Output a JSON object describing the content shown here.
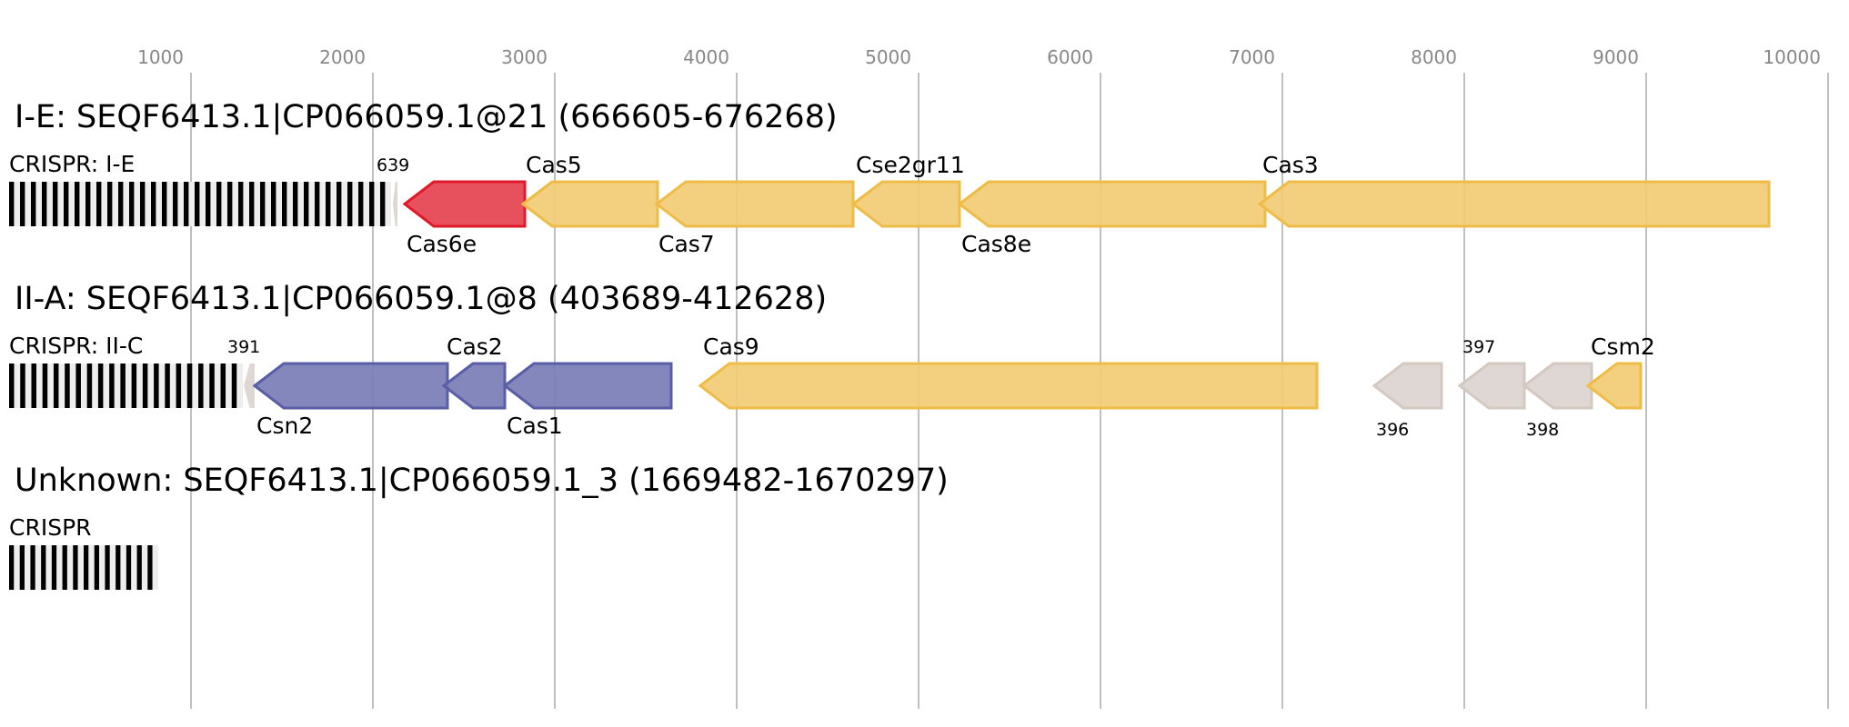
{
  "axis": {
    "ticks": [
      1000,
      2000,
      3000,
      4000,
      5000,
      6000,
      7000,
      8000,
      9000,
      10000
    ],
    "range": [
      0,
      10000
    ]
  },
  "colors": {
    "yellow_fill": "#f1cc74",
    "yellow_stroke": "#efbd47",
    "red_fill": "#e5424f",
    "red_stroke": "#e01a2a",
    "purple_fill": "#7a7db5",
    "purple_stroke": "#5a5ea6",
    "gray_fill": "#dcd4cf",
    "gray_stroke": "#d3c9c1",
    "crispr_bar": "#000000",
    "crispr_bg": "#eeeeee",
    "grid": "#c0c0c0",
    "tick_text": "#888888"
  },
  "loci": [
    {
      "title": "I-E: SEQF6413.1|CP066059.1@21 (666605-676268)",
      "crispr": {
        "label": "CRISPR: I-E",
        "start": 0,
        "end": 2100,
        "repeats": 35
      },
      "genes": [
        {
          "name": "639",
          "start": 2110,
          "end": 2135,
          "strand": "-",
          "color": "gray",
          "label_pos": "top",
          "small": true
        },
        {
          "name": "Cas6e",
          "start": 2175,
          "end": 2835,
          "strand": "-",
          "color": "red",
          "label_pos": "bottom"
        },
        {
          "name": "Cas5",
          "start": 2825,
          "end": 3565,
          "strand": "-",
          "color": "yellow",
          "label_pos": "top"
        },
        {
          "name": "Cas7",
          "start": 3560,
          "end": 4640,
          "strand": "-",
          "color": "yellow",
          "label_pos": "bottom"
        },
        {
          "name": "Cse2gr11",
          "start": 4640,
          "end": 5225,
          "strand": "-",
          "color": "yellow",
          "label_pos": "top"
        },
        {
          "name": "Cas8e",
          "start": 5225,
          "end": 6905,
          "strand": "-",
          "color": "yellow",
          "label_pos": "bottom"
        },
        {
          "name": "Cas3",
          "start": 6875,
          "end": 9675,
          "strand": "-",
          "color": "yellow",
          "label_pos": "top"
        }
      ]
    },
    {
      "title": "II-A: SEQF6413.1|CP066059.1@8 (403689-412628)",
      "crispr": {
        "label": "CRISPR: II-C",
        "start": 0,
        "end": 1285,
        "repeats": 21
      },
      "genes": [
        {
          "name": "391",
          "start": 1290,
          "end": 1350,
          "strand": "-",
          "color": "gray",
          "label_pos": "top",
          "small": true
        },
        {
          "name": "Csn2",
          "start": 1350,
          "end": 2410,
          "strand": "-",
          "color": "purple",
          "label_pos": "bottom"
        },
        {
          "name": "Cas2",
          "start": 2390,
          "end": 2725,
          "strand": "-",
          "color": "purple",
          "label_pos": "top"
        },
        {
          "name": "Cas1",
          "start": 2725,
          "end": 3640,
          "strand": "-",
          "color": "purple",
          "label_pos": "bottom"
        },
        {
          "name": "Cas9",
          "start": 3800,
          "end": 7190,
          "strand": "-",
          "color": "yellow",
          "label_pos": "top"
        },
        {
          "name": "396",
          "start": 7505,
          "end": 7875,
          "strand": "-",
          "color": "gray",
          "label_pos": "bottom",
          "small": true
        },
        {
          "name": "397",
          "start": 7975,
          "end": 8330,
          "strand": "-",
          "color": "gray",
          "label_pos": "top",
          "small": true
        },
        {
          "name": "398",
          "start": 8330,
          "end": 8700,
          "strand": "-",
          "color": "gray",
          "label_pos": "bottom",
          "small": true
        },
        {
          "name": "Csm2",
          "start": 8680,
          "end": 8970,
          "strand": "-",
          "color": "yellow",
          "label_pos": "top"
        }
      ]
    },
    {
      "title": "Unknown: SEQF6413.1|CP066059.1_3 (1669482-1670297)",
      "crispr": {
        "label": "CRISPR",
        "start": 0,
        "end": 820,
        "repeats": 14
      },
      "genes": []
    }
  ]
}
